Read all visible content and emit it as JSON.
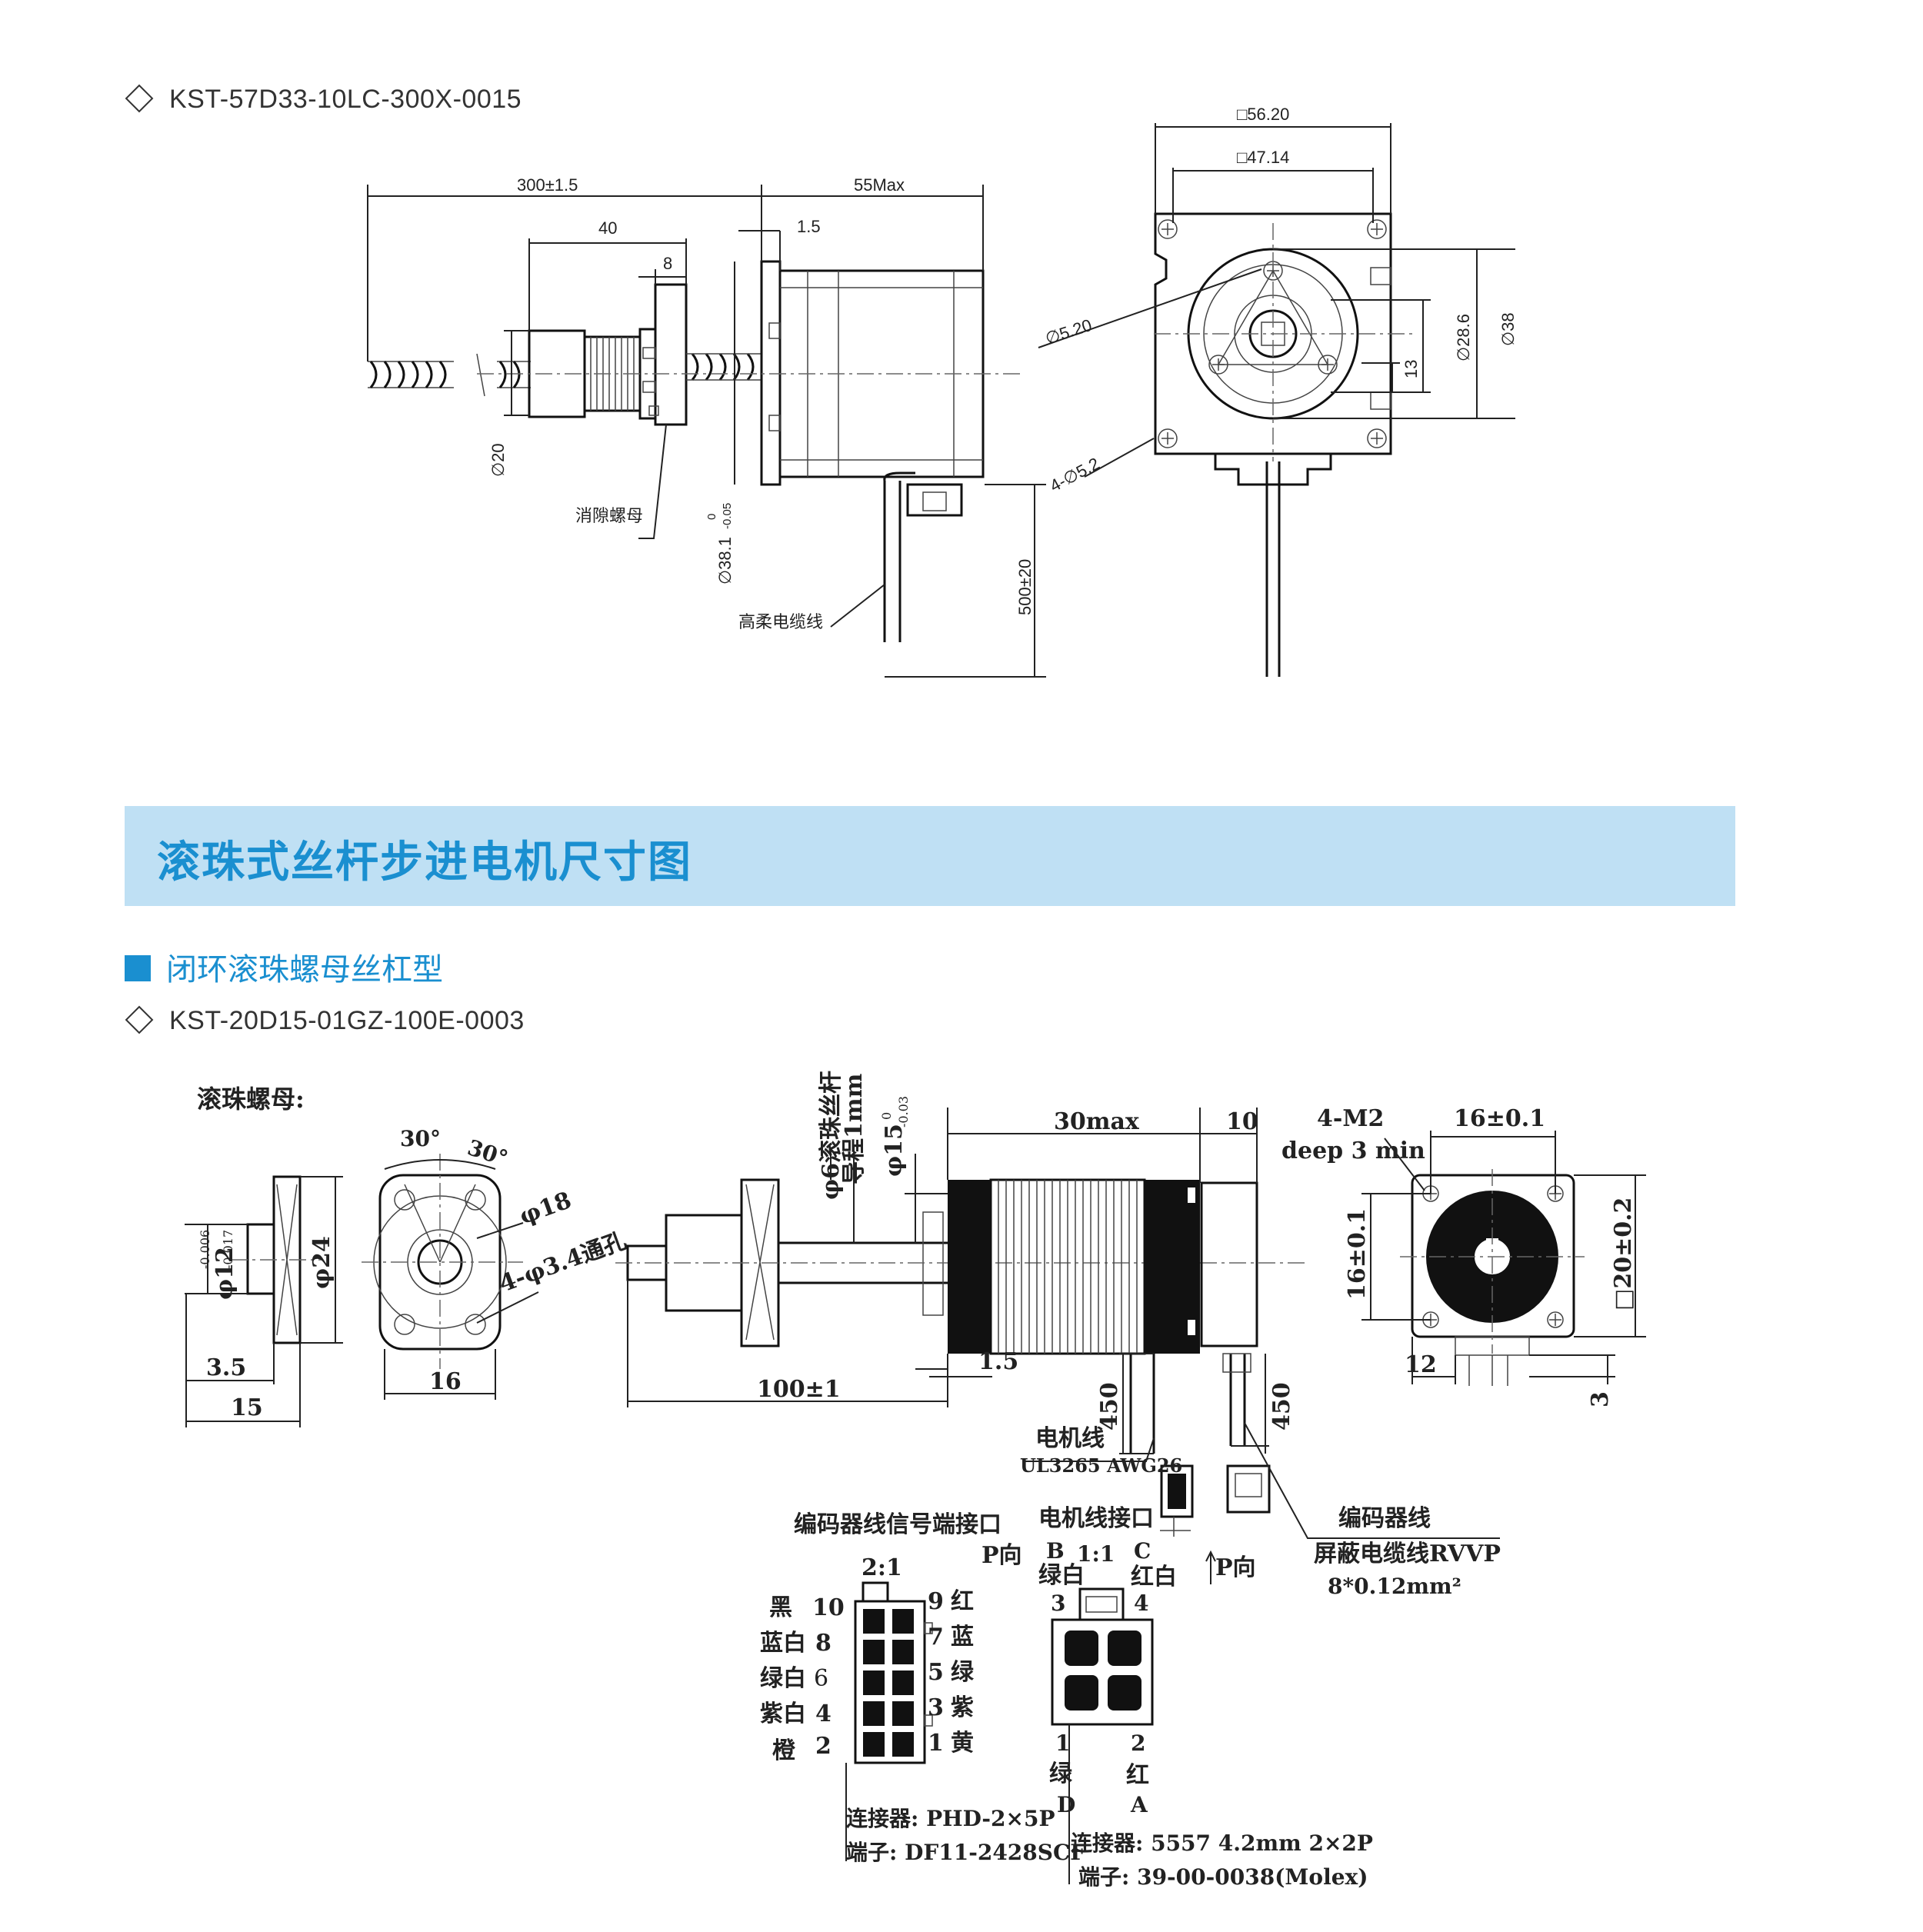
{
  "section1": {
    "model": "KST-57D33-10LC-300X-0015",
    "dims": {
      "length": "300±1.5",
      "motor_len": "55Max",
      "nut_len": "40",
      "flange_w": "8",
      "step": "1.5",
      "nut_dia": "∅20",
      "pilot": "∅38.1",
      "pilot_tol_top": "0",
      "pilot_tol_bot": "-0.05",
      "cable_len": "500±20",
      "square_outer": "□56.20",
      "square_inner": "□47.14",
      "hole_dia": "∅5.20",
      "mount_holes": "4-∅5.2",
      "bolt_circle": "∅28.6",
      "boss": "∅38",
      "offset": "13"
    },
    "labels": {
      "anti_backlash_nut": "消隙螺母",
      "cable": "高柔电缆线"
    }
  },
  "banner": {
    "title": "滚珠式丝杆步进电机尺寸图"
  },
  "subheading": "闭环滚珠螺母丝杠型",
  "section2": {
    "model": "KST-20D15-01GZ-100E-0003",
    "ballnut_label": "滚珠螺母:",
    "dims": {
      "angle_a": "30°",
      "angle_b": "30°",
      "phi18": "φ18",
      "holes": "4-φ3.4通孔",
      "phi24": "φ24",
      "phi12": "φ12",
      "phi12_tol_top": "-0.006",
      "phi12_tol_bot": "-0.017",
      "d3_5": "3.5",
      "d15": "15",
      "d16": "16",
      "screw": "φ6滚珠丝杆",
      "lead": "导程1mm",
      "phi15": "φ15",
      "phi15_tol_top": "0",
      "phi15_tol_bot": "-0.03",
      "len100": "100±1",
      "d1_5": "1.5",
      "body": "30max",
      "d10": "10",
      "m2": "4-M2",
      "deep": "deep 3 min",
      "sq16": "16±0.1",
      "sq16v": "16±0.1",
      "sq20": "□20±0.2",
      "d12": "12",
      "d3": "3",
      "c450a": "450",
      "c450b": "450"
    },
    "labels": {
      "motor_wire": "电机线",
      "motor_wire_spec": "UL3265 AWG26",
      "encoder_wire": "编码器线",
      "encoder_cable": "屏蔽电缆线RVVP",
      "encoder_cable_spec": "8*0.12mm²",
      "encoder_port": "编码器线信号端接口",
      "motor_port": "电机线接口",
      "ratio_a": "2:1",
      "ratio_b": "1:1",
      "p_dir_a": "P向",
      "p_dir_b": "P向",
      "B": "B",
      "C": "C",
      "D": "D",
      "A": "A",
      "green_white": "绿白",
      "red_white": "红白",
      "n3": "3",
      "n4": "4",
      "n1": "1",
      "n2": "2",
      "green": "绿",
      "red": "红",
      "conn1": "连接器: PHD-2×5P",
      "term1": "端子: DF11-2428SCF",
      "conn2": "连接器: 5557 4.2mm 2×2P",
      "term2": "端子: 39-00-0038(Molex)"
    },
    "pins_left": [
      {
        "color": "黑",
        "num": "10"
      },
      {
        "color": "蓝白",
        "num": "8"
      },
      {
        "color": "绿白",
        "num": "6"
      },
      {
        "color": "紫白",
        "num": "4"
      },
      {
        "color": "橙",
        "num": "2"
      }
    ],
    "pins_right": [
      {
        "num": "9",
        "color": "红"
      },
      {
        "num": "7",
        "color": "蓝"
      },
      {
        "num": "5",
        "color": "绿"
      },
      {
        "num": "3",
        "color": "紫"
      },
      {
        "num": "1",
        "color": "黄"
      }
    ]
  }
}
